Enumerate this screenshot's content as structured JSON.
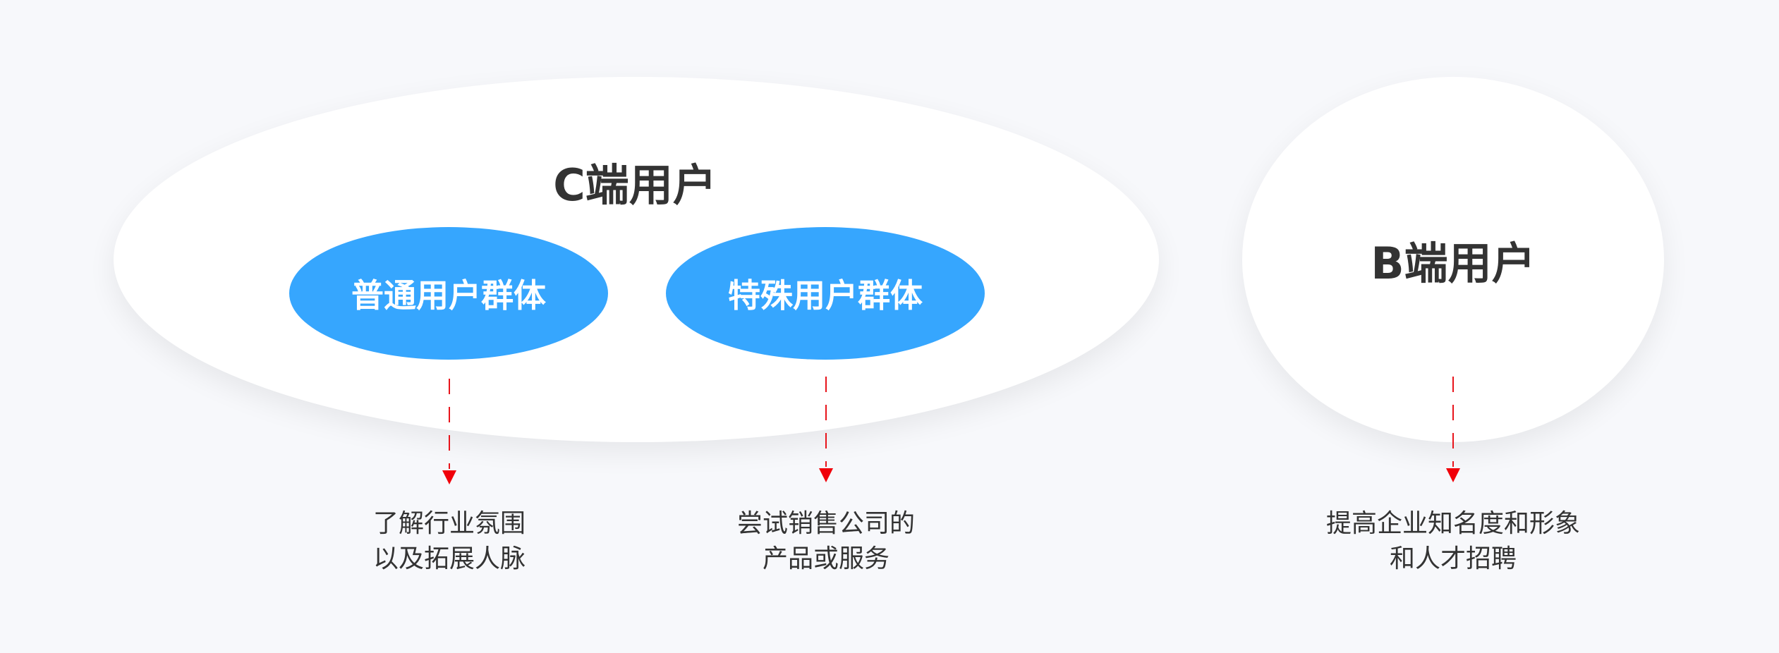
{
  "c_group": {
    "title": "C端用户",
    "subgroups": [
      {
        "label": "普通用户群体",
        "description": [
          "了解行业氛围",
          "以及拓展人脉"
        ]
      },
      {
        "label": "特殊用户群体",
        "description": [
          "尝试销售公司的",
          "产品或服务"
        ]
      }
    ]
  },
  "b_group": {
    "title": "B端用户",
    "description": [
      "提高企业知名度和形象",
      "和人才招聘"
    ]
  },
  "colors": {
    "background": "#f7f8fb",
    "blue": "#36a6fe",
    "arrow": "#e8141b"
  }
}
